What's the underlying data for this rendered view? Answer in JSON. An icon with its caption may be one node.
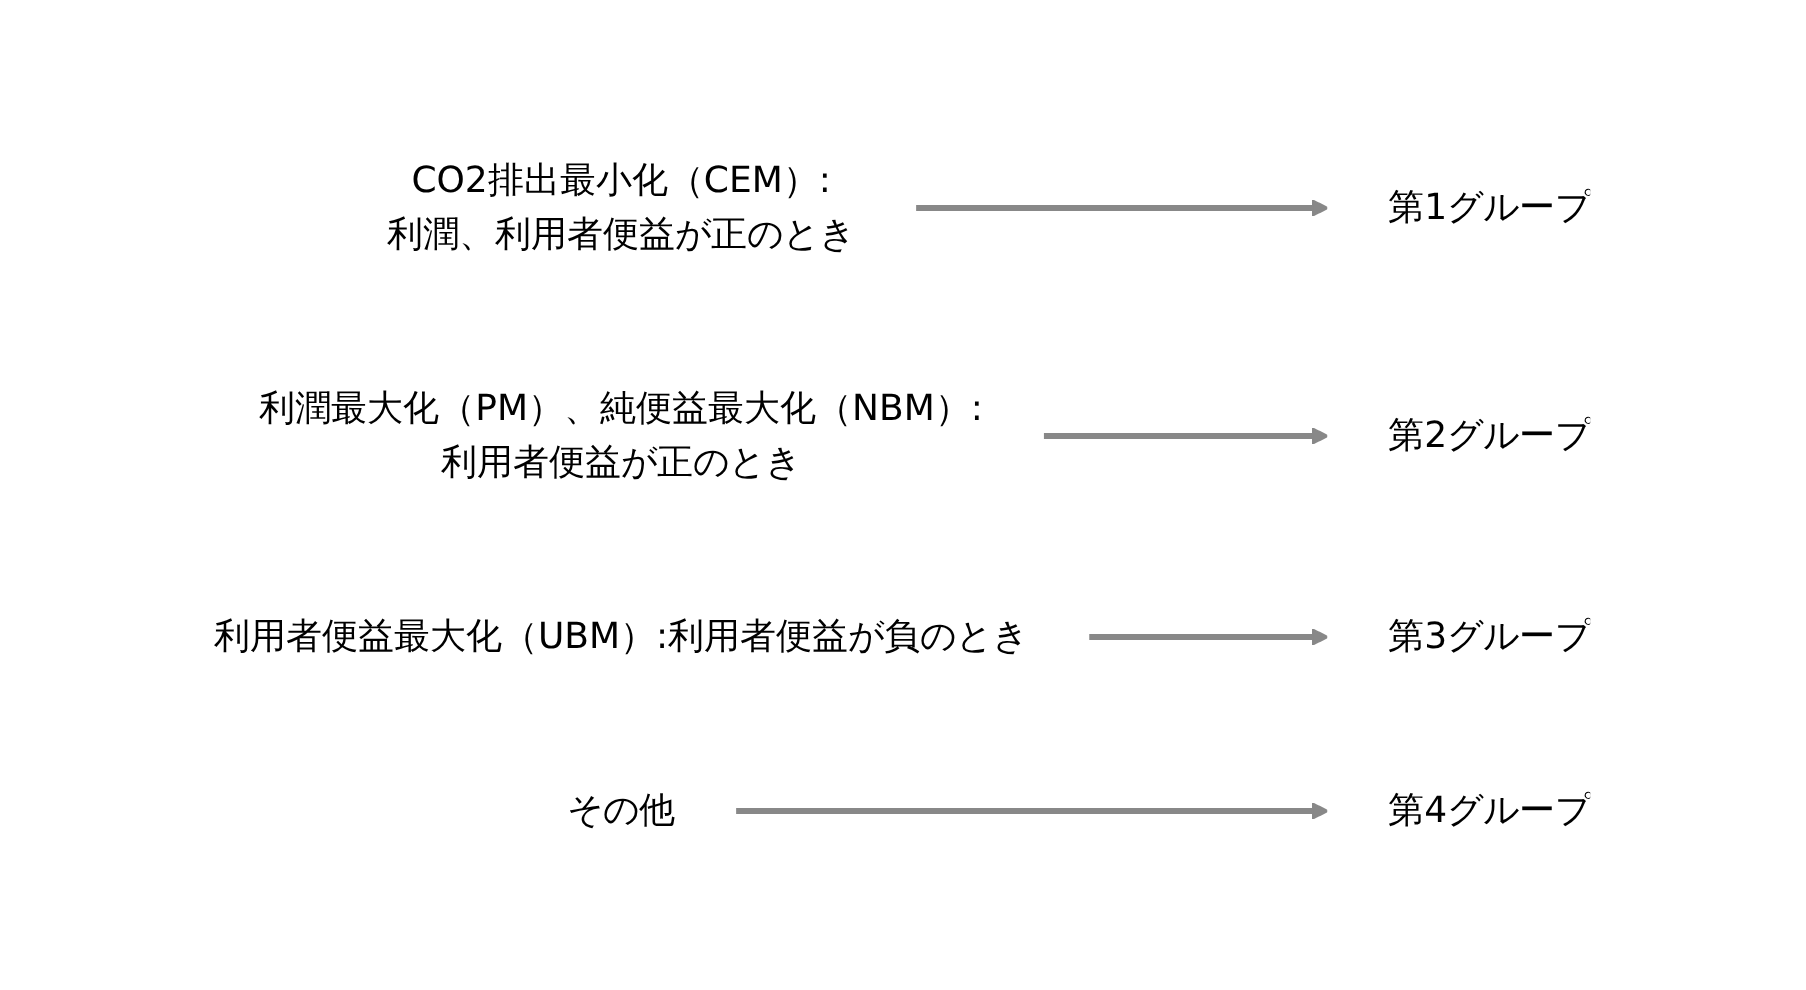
{
  "diagram": {
    "nodes": [
      {
        "text": [
          "CO2排出最小化（CEM）:",
          "利潤、利用者便益が正のとき"
        ]
      },
      {
        "text": [
          "第1グループ"
        ]
      },
      {
        "text": [
          "利潤最大化（PM）、純便益最大化（NBM）:",
          "利用者便益が正のとき"
        ]
      },
      {
        "text": [
          "第2グループ"
        ]
      },
      {
        "text": [
          "利用者便益最大化（UBM）:利用者便益が負のとき"
        ]
      },
      {
        "text": [
          "第3グループ"
        ]
      },
      {
        "text": [
          "その他"
        ]
      },
      {
        "text": [
          "第4グループ"
        ]
      }
    ],
    "edges": [
      {
        "from": 0,
        "to": 1,
        "arrow": "to"
      },
      {
        "from": 2,
        "to": 3,
        "arrow": "to"
      },
      {
        "from": 4,
        "to": 5,
        "arrow": "to"
      },
      {
        "from": 6,
        "to": 7,
        "arrow": "to"
      }
    ]
  }
}
